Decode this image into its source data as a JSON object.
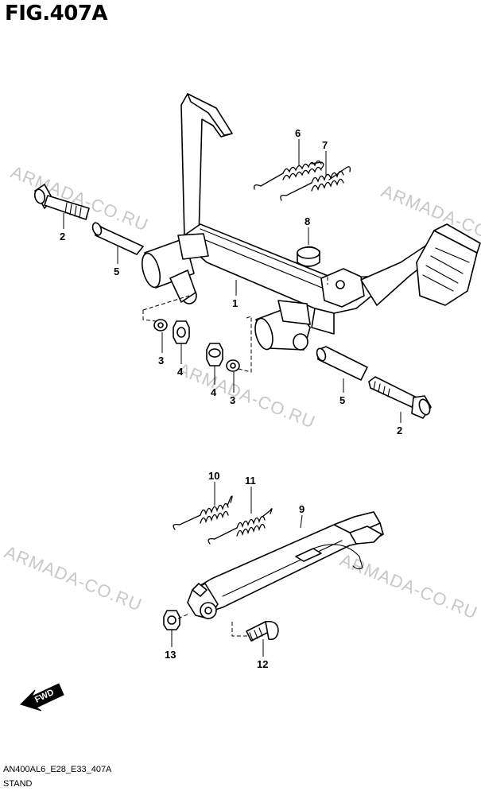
{
  "figure": {
    "title": "FIG.407A",
    "code": "AN400AL6_E28_E33_407A",
    "name": "STAND"
  },
  "watermarks": [
    "ARMADA-CO.RU",
    "ARMADA-CO.RU",
    "ARMADA-CO.RU",
    "ARMADA-CO.RU",
    "ARMADA-CO.RU"
  ],
  "fwd_label": "FWD",
  "callouts": {
    "c1": "1",
    "c2a": "2",
    "c2b": "2",
    "c3a": "3",
    "c3b": "3",
    "c4a": "4",
    "c4b": "4",
    "c5a": "5",
    "c5b": "5",
    "c6": "6",
    "c7": "7",
    "c8": "8",
    "c9": "9",
    "c10": "10",
    "c11": "11",
    "c12": "12",
    "c13": "13"
  },
  "colors": {
    "line": "#000000",
    "watermark": "#c8c8c8",
    "background": "#ffffff"
  }
}
